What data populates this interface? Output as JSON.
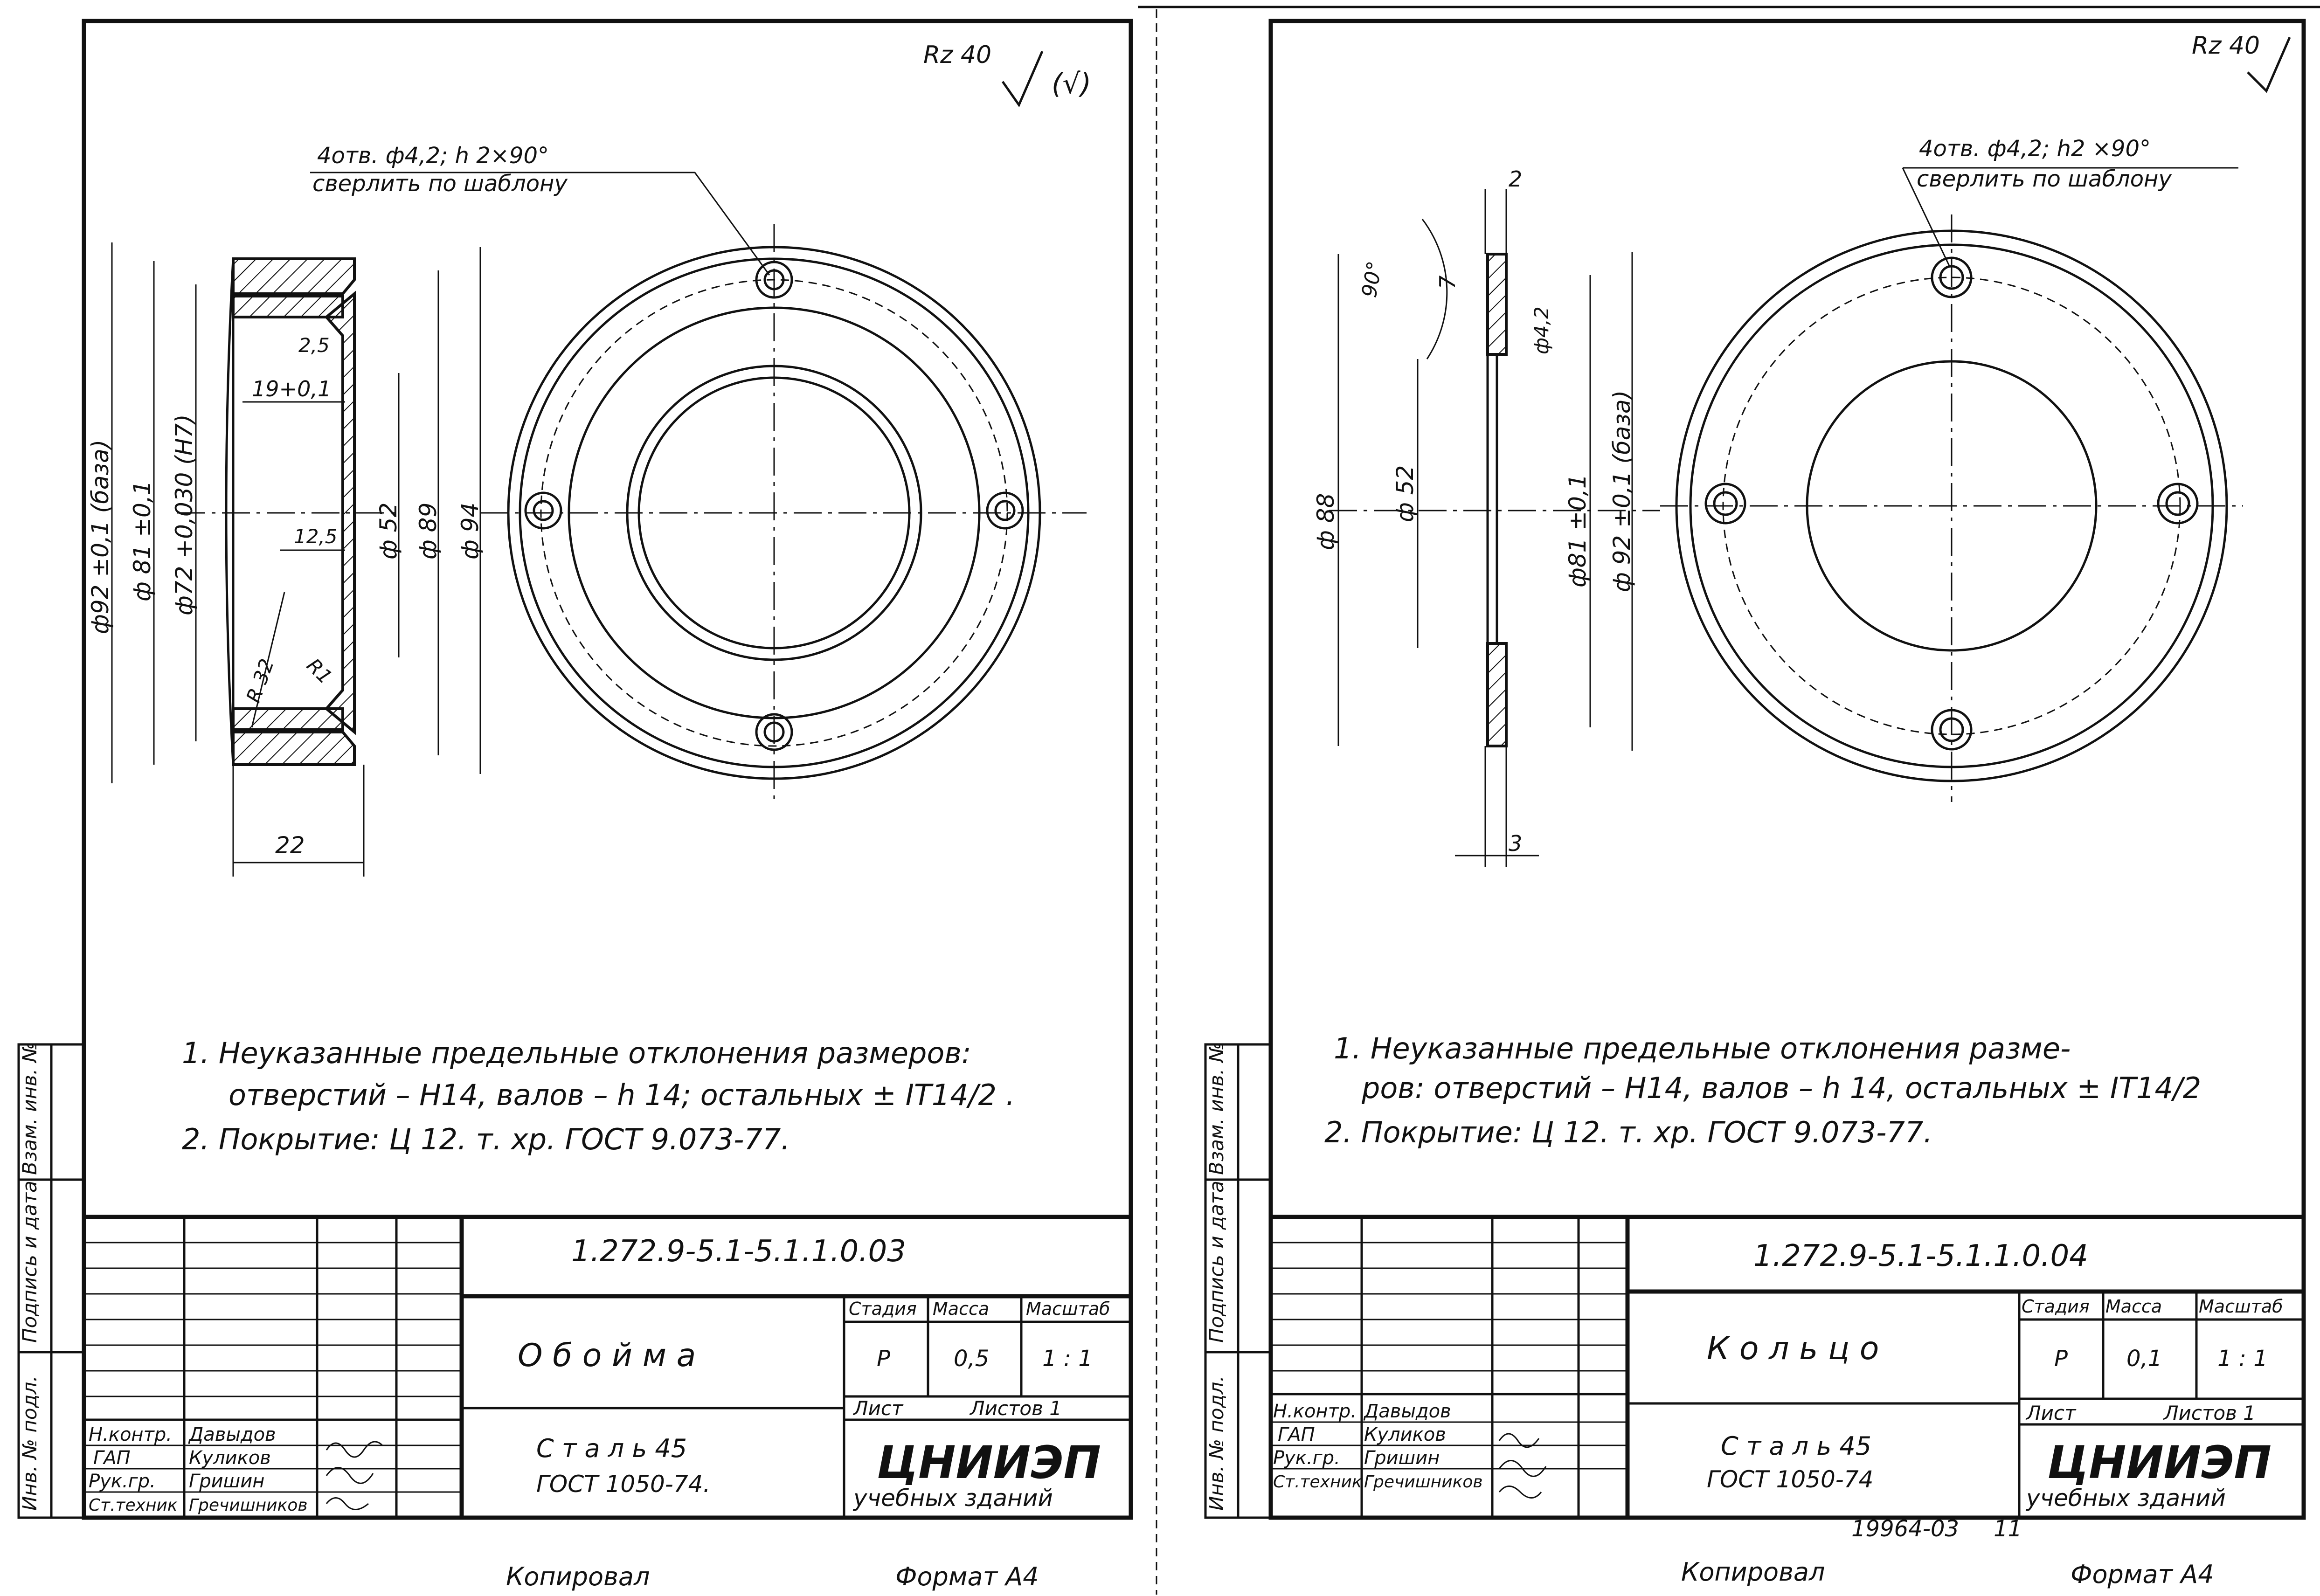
{
  "sheets": [
    {
      "roughness": "Rz 40",
      "roughness_extra": "(√)",
      "hole_note_line1": "4отв. ф4,2; h 2×90°",
      "hole_note_line2": "сверлить по шаблону",
      "dims": {
        "d92": "ф92 ±0,1 (база)",
        "d81": "ф 81 ±0,1",
        "d72": "ф72 +0,030 (H7)",
        "d19": "19+0,1",
        "d25": "2,5",
        "d125": "12,5",
        "r32": "R 32",
        "r1": "R1",
        "d52": "ф 52",
        "d89": "ф 89",
        "d94": "ф 94",
        "w22": "22"
      },
      "notes": [
        "1.  Неуказанные   предельные отклонения размеров:",
        "отверстий – H14,  валов – h 14;  остальных ± IT14/2 .",
        "2.  Покрытие:  Ц 12. т. хр.  ГОСТ 9.073-77."
      ],
      "title_block": {
        "designation": "1.272.9-5.1-5.1.1.0.03",
        "name": "О б о й м а",
        "material_line1": "С т а л ь  45",
        "material_line2": "ГОСТ  1050-74.",
        "stage_header": "Стадия",
        "mass_header": "Масса",
        "scale_header": "Масштаб",
        "stage": "Р",
        "mass": "0,5",
        "scale": "1 : 1",
        "sheet_label": "Лист",
        "sheets_label": "Листов 1",
        "org": "ЦНИИЭП",
        "org_sub": "учебных зданий",
        "roles": [
          "Н.контр.",
          "ГАП",
          "Рук.гр.",
          "Ст.техник"
        ],
        "people": [
          "Давыдов",
          "Куликов",
          "Гришин",
          "Гречишников"
        ]
      },
      "side_labels": [
        "Инв. № подл.",
        "Подпись и дата",
        "Взам. инв. №"
      ],
      "copied": "Копировал",
      "format": "Формат А4"
    },
    {
      "roughness": "Rz 40",
      "hole_note_line1": "4отв. ф4,2; h2 ×90°",
      "hole_note_line2": "сверлить по шаблону",
      "dims": {
        "w2": "2",
        "a90": "90°",
        "d7": "7",
        "d42": "ф4,2",
        "d88": "ф 88",
        "d52": "ф 52",
        "d81": "ф81 ±0,1",
        "d92": "ф 92 ±0,1 (база)",
        "w3": "3"
      },
      "notes": [
        "1.  Неуказанные   предельные отклонения  разме-",
        "ров: отверстий – H14,  валов – h 14, остальных ± IT14/2",
        "2.  Покрытие: Ц 12. т. хр.  ГОСТ 9.073-77."
      ],
      "title_block": {
        "designation": "1.272.9-5.1-5.1.1.0.04",
        "name": "К о л ь ц о",
        "material_line1": "С т а л ь  45",
        "material_line2": "ГОСТ  1050-74",
        "stage_header": "Стадия",
        "mass_header": "Масса",
        "scale_header": "Масштаб",
        "stage": "Р",
        "mass": "0,1",
        "scale": "1 : 1",
        "sheet_label": "Лист",
        "sheets_label": "Листов 1",
        "org": "ЦНИИЭП",
        "org_sub": "учебных зданий",
        "roles": [
          "Н.контр.",
          "ГАП",
          "Рук.гр.",
          "Ст.техник"
        ],
        "people": [
          "Давыдов",
          "Куликов",
          "Гришин",
          "Гречишников"
        ]
      },
      "side_labels": [
        "Инв. № подл.",
        "Подпись и дата",
        "Взам. инв. №"
      ],
      "archive_no": "19964-03",
      "page_no": "11",
      "copied": "Копировал",
      "format": "Формат А4"
    }
  ]
}
